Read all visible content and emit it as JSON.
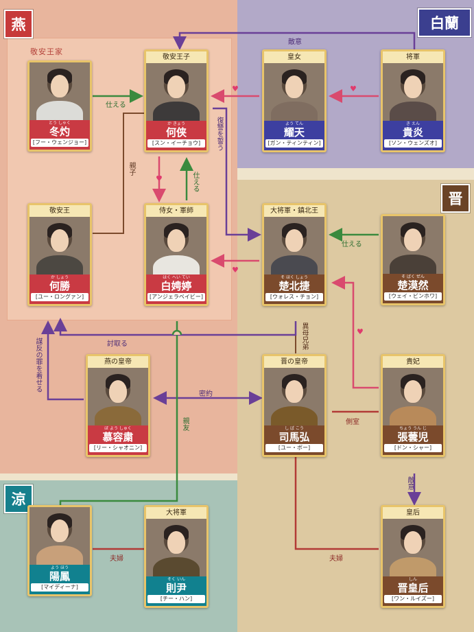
{
  "regions": {
    "yan": {
      "badge": "燕",
      "subtitle": "敬安王家",
      "bg": "#e8b59d",
      "inner_bg": "#f1c8b0",
      "badge_color": "#c73a3a"
    },
    "bailan": {
      "badge": "白蘭",
      "bg": "#b2a9c8",
      "badge_color": "#3b3f8f"
    },
    "jin": {
      "badge": "晋",
      "bg": "#ddc9a1",
      "badge_color": "#6a4326"
    },
    "liang": {
      "badge": "涼",
      "bg": "#a8c3b7",
      "badge_color": "#16808d"
    }
  },
  "characters": [
    {
      "id": "dongshuo",
      "role": "",
      "ruby": "とう しゃく",
      "name": "冬灼",
      "actor": "[フー・ウェンジョー]",
      "plate": "np-red",
      "robe": "#dcdcd8"
    },
    {
      "id": "heyi",
      "role": "敬安王子",
      "ruby": "か きょう",
      "name": "何侠",
      "actor": "[スン・イーチョウ]",
      "plate": "np-red",
      "robe": "#3d3a3a"
    },
    {
      "id": "yaotian",
      "role": "皇女",
      "ruby": "よう てん",
      "name": "耀天",
      "actor": "[ガン・ティンティン]",
      "plate": "np-blue",
      "robe": "#7f6d60"
    },
    {
      "id": "guiyan",
      "role": "将軍",
      "ruby": "き えん",
      "name": "貴炎",
      "actor": "[ソン・ウェンズオ]",
      "plate": "np-blue",
      "robe": "#5a4c48"
    },
    {
      "id": "hesheng",
      "role": "敬安王",
      "ruby": "か しょう",
      "name": "何勝",
      "actor": "[ユー・ロングァン]",
      "plate": "np-red",
      "robe": "#4c4842"
    },
    {
      "id": "baipingting",
      "role": "侍女・軍師",
      "ruby": "はく へい てい",
      "name": "白娉婷",
      "actor": "[アンジェラベイビー]",
      "plate": "np-red",
      "robe": "#e8e6e0"
    },
    {
      "id": "chubeijie",
      "role": "大将軍・鎮北王",
      "ruby": "そ ほく しょう",
      "name": "楚北捷",
      "actor": "[ウォレス・チョン]",
      "plate": "np-brown",
      "robe": "#4a4a50"
    },
    {
      "id": "chumoran",
      "role": "",
      "ruby": "そ ばく ぜん",
      "name": "楚漠然",
      "actor": "[ウェイ・ビンホワ]",
      "plate": "np-brown",
      "robe": "#4a4038"
    },
    {
      "id": "murongsu",
      "role": "燕の皇帝",
      "ruby": "ぼ よう しゅく",
      "name": "慕容粛",
      "actor": "[リー・シャオニン]",
      "plate": "np-red",
      "robe": "#8a6a3a"
    },
    {
      "id": "simahong",
      "role": "晋の皇帝",
      "ruby": "し ば こう",
      "name": "司馬弘",
      "actor": "[ユー・ボー]",
      "plate": "np-brown",
      "robe": "#7a5a2a"
    },
    {
      "id": "zhangyunr",
      "role": "貴妃",
      "ruby": "ちょう うん じ",
      "name": "張蕓児",
      "actor": "[ドン・シャー]",
      "plate": "np-brown",
      "robe": "#b88a5a"
    },
    {
      "id": "yangfeng",
      "role": "",
      "ruby": "よう ほう",
      "name": "陽鳳",
      "actor": "[マイディーナ]",
      "plate": "np-teal",
      "robe": "#c8a07a"
    },
    {
      "id": "zeyin",
      "role": "大将軍",
      "ruby": "そく いん",
      "name": "則尹",
      "actor": "[チー・ハン]",
      "plate": "np-teal",
      "robe": "#5a4a30"
    },
    {
      "id": "jinhuanghou",
      "role": "皇后",
      "ruby": "しん",
      "name": "晋皇后",
      "actor": "[ワン・ルイズー]",
      "plate": "np-brown",
      "robe": "#c09a6a"
    }
  ],
  "relations": {
    "serve1": "仕える",
    "kinship": "親子",
    "vow_revenge": "復讐を誓う",
    "serve2": "仕える",
    "hostile1": "敵意",
    "serve3": "仕える",
    "half_brothers": "異母兄弟",
    "kill": "討取る",
    "treason": "謀反の罪を着せる",
    "close_friend": "親友",
    "secret_pact": "密約",
    "concubine": "側室",
    "hostile2": "敵意",
    "spouse1": "夫婦",
    "spouse2": "夫婦"
  },
  "colors": {
    "green": "#3a8a3e",
    "purple": "#6a3f97",
    "pink": "#d94a6e",
    "dark_red": "#b23a36",
    "brown": "#7b4a2c"
  }
}
